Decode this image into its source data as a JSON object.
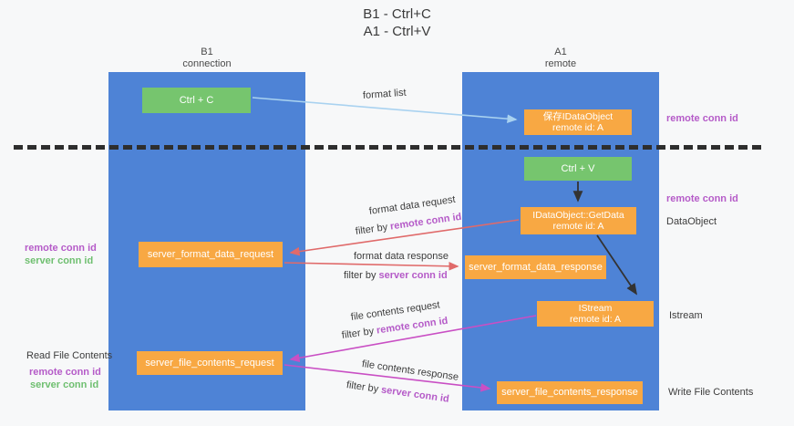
{
  "title": {
    "line1": "B1 - Ctrl+C",
    "line2": "A1 - Ctrl+V"
  },
  "lanes": {
    "left": {
      "name": "B1",
      "role": "connection"
    },
    "right": {
      "name": "A1",
      "role": "remote"
    }
  },
  "boxes": {
    "ctrl_c": "Ctrl + C",
    "save_idataobject": {
      "line1": "保存IDataObject",
      "line2": "remote id: A"
    },
    "ctrl_v": "Ctrl + V",
    "getdata": {
      "line1": "IDataObject::GetData",
      "line2": "remote id: A"
    },
    "format_request": "server_format_data_request",
    "format_response": "server_format_data_response",
    "istream_box": {
      "line1": "IStream",
      "line2": "remote id: A"
    },
    "file_request": "server_file_contents_request",
    "file_response": "server_file_contents_response"
  },
  "labels": {
    "format_list": "format list",
    "filter_by": "filter by ",
    "remote_conn_id": "remote conn id",
    "server_conn_id": "server conn id",
    "format_data_request": "format data request",
    "format_data_response": "format data response",
    "file_contents_request": "file contents request",
    "file_contents_response": "file contents response",
    "dataobject": "DataObject",
    "istream": "Istream",
    "read_file_contents": "Read File Contents",
    "write_file_contents": "Write File Contents"
  },
  "colors": {
    "lane_blue": "#4e83d6",
    "box_orange": "#f8a843",
    "box_green": "#76c56e",
    "arrow_red": "#e06a6a",
    "arrow_magenta": "#c94fc4",
    "arrow_lightblue": "#a9d2f0",
    "arrow_black": "#333333",
    "label_purple": "#b55bc8",
    "label_green": "#6fbf70"
  }
}
